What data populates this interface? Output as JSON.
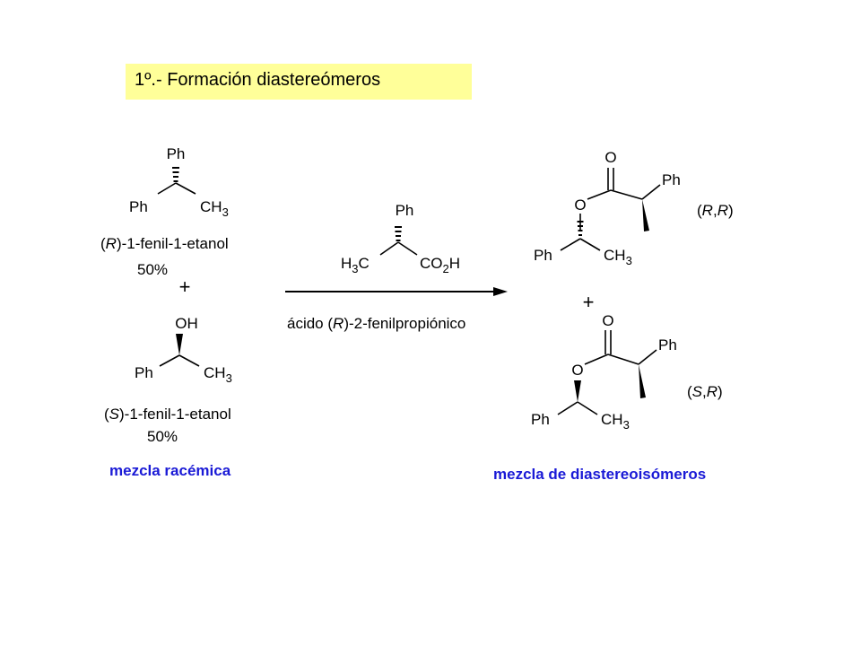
{
  "title": "1º.- Formación diastereómeros",
  "colors": {
    "title_bg": "#ffff99",
    "caption": "#1a1ad6",
    "ink": "#000000"
  },
  "reactant_r": {
    "top": "Ph",
    "left": "Ph",
    "right": "CH",
    "right_sub": "3",
    "name_paren_open": "(",
    "name_config": "R",
    "name_rest": ")-1-fenil-1-etanol",
    "percent": "50%"
  },
  "plus_left": "+",
  "reactant_s": {
    "top": "OH",
    "left": "Ph",
    "right": "CH",
    "right_sub": "3",
    "name_paren_open": "(",
    "name_config": "S",
    "name_rest": ")-1-fenil-1-etanol",
    "percent": "50%"
  },
  "caption_left": "mezcla racémica",
  "reagent": {
    "top": "Ph",
    "left_a": "H",
    "left_sub": "3",
    "left_b": "C",
    "right_a": "CO",
    "right_sub": "2",
    "right_b": "H"
  },
  "arrow_label": {
    "pre": "ácido (",
    "config": "R",
    "post": ")-2-fenilpropiónico"
  },
  "product_rr": {
    "carbonyl_o": "O",
    "ester_o": "O",
    "ph_top": "Ph",
    "left": "Ph",
    "right": "CH",
    "right_sub": "3",
    "config_open": "(",
    "config_1": "R",
    "config_sep": ",",
    "config_2": "R",
    "config_close": ")"
  },
  "plus_right": "+",
  "product_sr": {
    "carbonyl_o": "O",
    "ester_o": "O",
    "ph_top": "Ph",
    "left": "Ph",
    "right": "CH",
    "right_sub": "3",
    "config_open": "(",
    "config_1": "S",
    "config_sep": ",",
    "config_2": "R",
    "config_close": ")"
  },
  "caption_right": "mezcla de diastereoisómeros"
}
